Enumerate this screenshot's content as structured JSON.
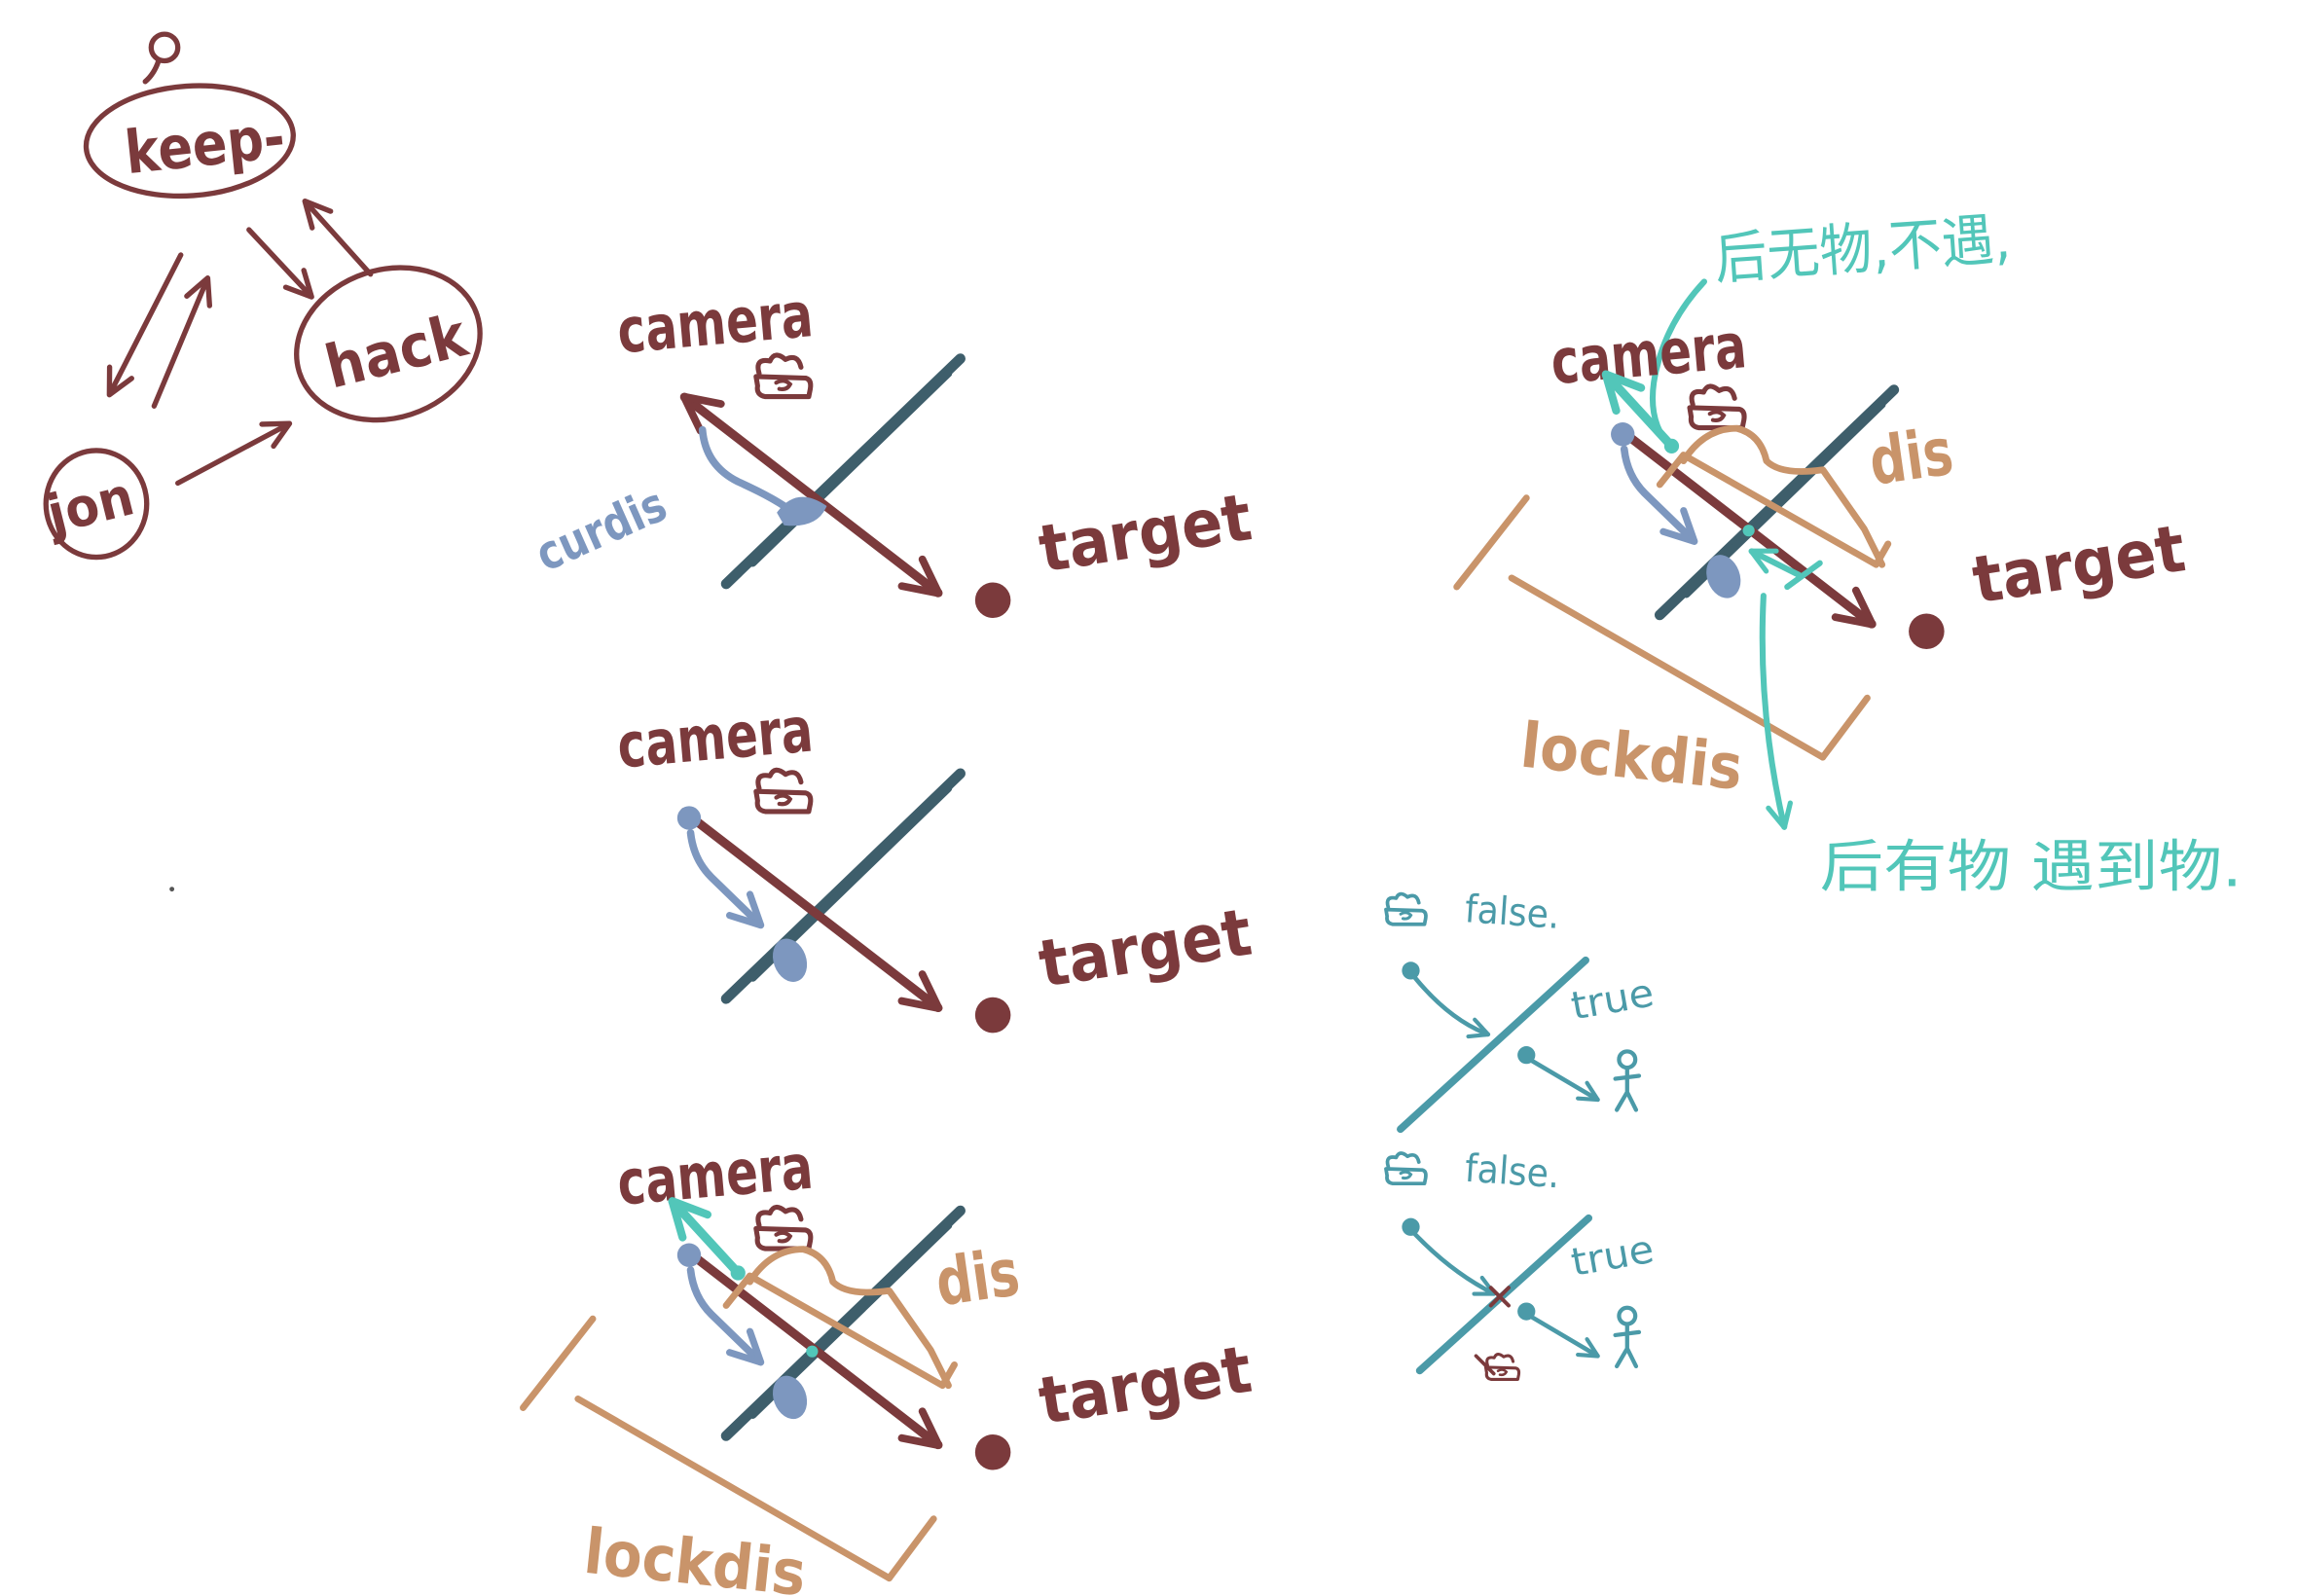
{
  "state_diagram": {
    "states": {
      "keep": "keep-",
      "hack": "hack",
      "jon": "jon"
    }
  },
  "panels": [
    {
      "camera_label": "camera",
      "curdis_label": "curdis",
      "target_label": "target"
    },
    {
      "camera_label": "camera",
      "target_label": "target"
    },
    {
      "camera_label": "camera",
      "dis_label": "dis",
      "lockdis_label": "lockdis",
      "target_label": "target"
    }
  ],
  "right_panel": {
    "note_no_object": "后无物,不遇,",
    "camera_label": "camera",
    "dis_label": "dis",
    "lockdis_label": "lockdis",
    "target_label": "target",
    "note_has_object": "后有物 遇到物."
  },
  "cases": [
    {
      "false_label": "false.",
      "true_label": "true"
    },
    {
      "false_label": "false.",
      "true_label": "true"
    }
  ],
  "icons": [
    "camera-icon",
    "person-icon",
    "target-dot",
    "start-node-icon"
  ],
  "colors": {
    "state_ink": "#7b3a3c",
    "wall": "#3e5e6b",
    "distance_blue": "#7d97bf",
    "bracket_tan": "#c9946a",
    "annotation_teal": "#52c6b9",
    "case_teal": "#4b9aa8"
  }
}
